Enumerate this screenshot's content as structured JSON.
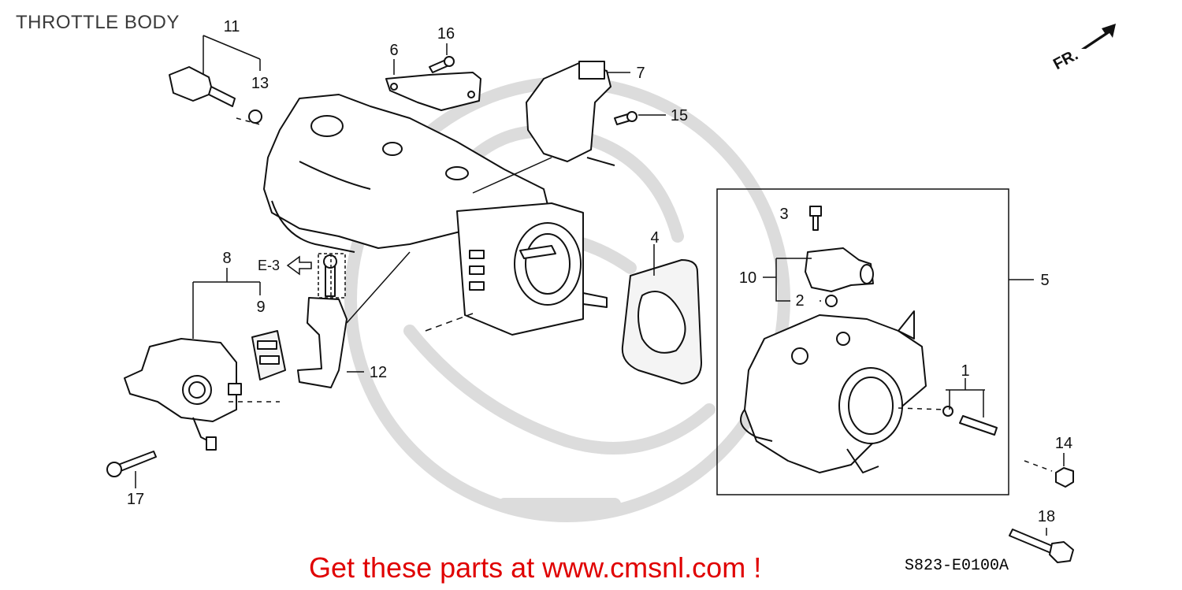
{
  "diagram": {
    "title": "THROTTLE BODY",
    "promo_text": "Get these parts at www.cmsnl.com !",
    "diagram_code": "S823-E0100A",
    "front_marker": "FR.",
    "ref_label": "E-3",
    "callouts": {
      "c1": "1",
      "c2": "2",
      "c3": "3",
      "c4": "4",
      "c5": "5",
      "c6": "6",
      "c7": "7",
      "c8": "8",
      "c9": "9",
      "c10": "10",
      "c11": "11",
      "c12": "12",
      "c13": "13",
      "c14": "14",
      "c15": "15",
      "c16": "16",
      "c17": "17",
      "c18": "18"
    }
  },
  "colors": {
    "line": "#111111",
    "watermark": "#d9d9d9",
    "promo": "#e00000",
    "title": "#3a3a3a"
  }
}
